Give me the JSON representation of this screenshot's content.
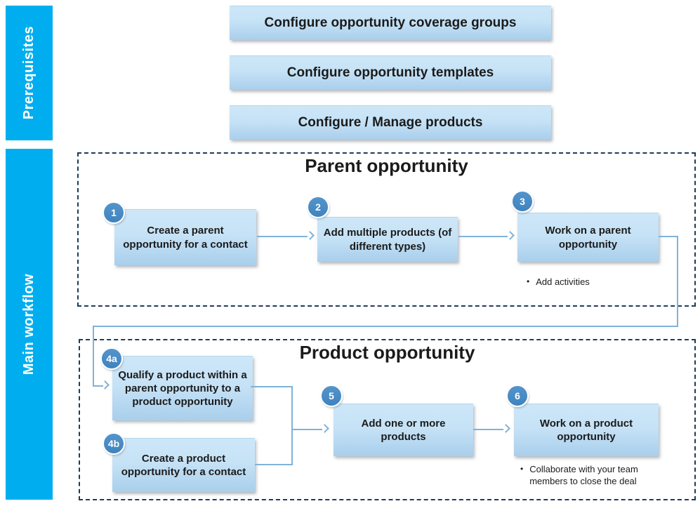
{
  "sidebar": {
    "prerequisites_label": "Prerequisites",
    "main_workflow_label": "Main workflow"
  },
  "prerequisites": {
    "items": [
      {
        "label": "Configure opportunity coverage groups"
      },
      {
        "label": "Configure opportunity templates"
      },
      {
        "label": "Configure / Manage products"
      }
    ]
  },
  "parent_section": {
    "title": "Parent opportunity",
    "steps": [
      {
        "number": "1",
        "label": "Create a parent opportunity for a contact"
      },
      {
        "number": "2",
        "label": "Add multiple products (of different types)"
      },
      {
        "number": "3",
        "label": "Work on a parent opportunity",
        "note": "Add activities"
      }
    ]
  },
  "product_section": {
    "title": "Product opportunity",
    "steps": [
      {
        "number": "4a",
        "label": "Qualify a product within a parent opportunity to a product opportunity"
      },
      {
        "number": "4b",
        "label": "Create a product opportunity for a contact"
      },
      {
        "number": "5",
        "label": "Add one or more products"
      },
      {
        "number": "6",
        "label": "Work on a product opportunity",
        "note": "Collaborate with your team members to close the deal"
      }
    ]
  },
  "bullet_glyph": "•",
  "colors": {
    "sidebar_cyan": "#00aeef",
    "dashed_border": "#1d3c5a",
    "connector_blue": "#7fb2d9",
    "circle_blue": "#4689c4",
    "box_gradient_top": "#cde7f8",
    "box_gradient_bottom": "#a9cfec",
    "text": "#1b1b1b"
  }
}
